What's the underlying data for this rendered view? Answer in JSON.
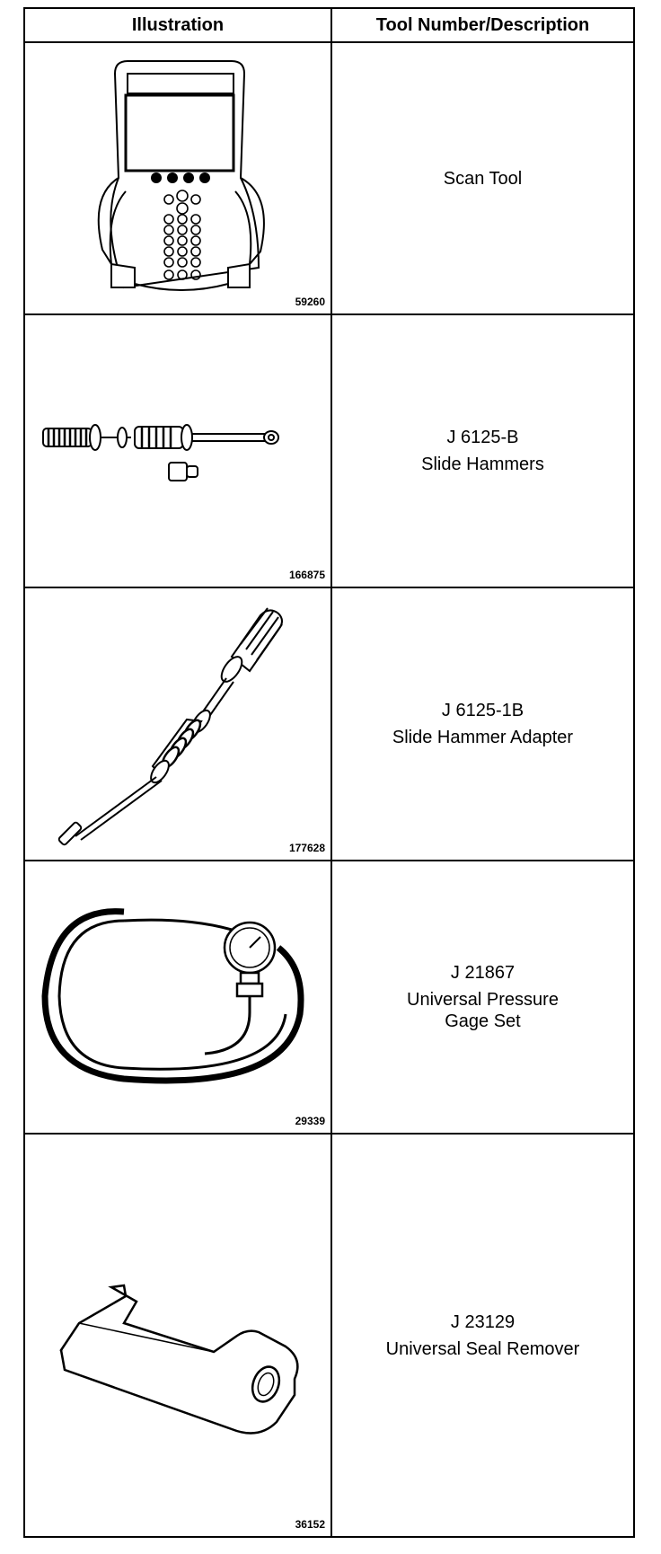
{
  "header": {
    "illustration": "Illustration",
    "tool": "Tool Number/Description"
  },
  "rows": [
    {
      "figure": "59260",
      "number": "",
      "description": [
        "Scan Tool"
      ],
      "icon": "scan-tool-icon"
    },
    {
      "figure": "166875",
      "number": "J 6125-B",
      "description": [
        "Slide Hammers"
      ],
      "icon": "slide-hammers-icon"
    },
    {
      "figure": "177628",
      "number": "J 6125-1B",
      "description": [
        "Slide Hammer Adapter"
      ],
      "icon": "slide-hammer-adapter-icon"
    },
    {
      "figure": "29339",
      "number": "J 21867",
      "description": [
        "Universal Pressure",
        "Gage Set"
      ],
      "icon": "pressure-gage-icon"
    },
    {
      "figure": "36152",
      "number": "J 23129",
      "description": [
        "Universal Seal Remover"
      ],
      "icon": "seal-remover-icon"
    }
  ]
}
